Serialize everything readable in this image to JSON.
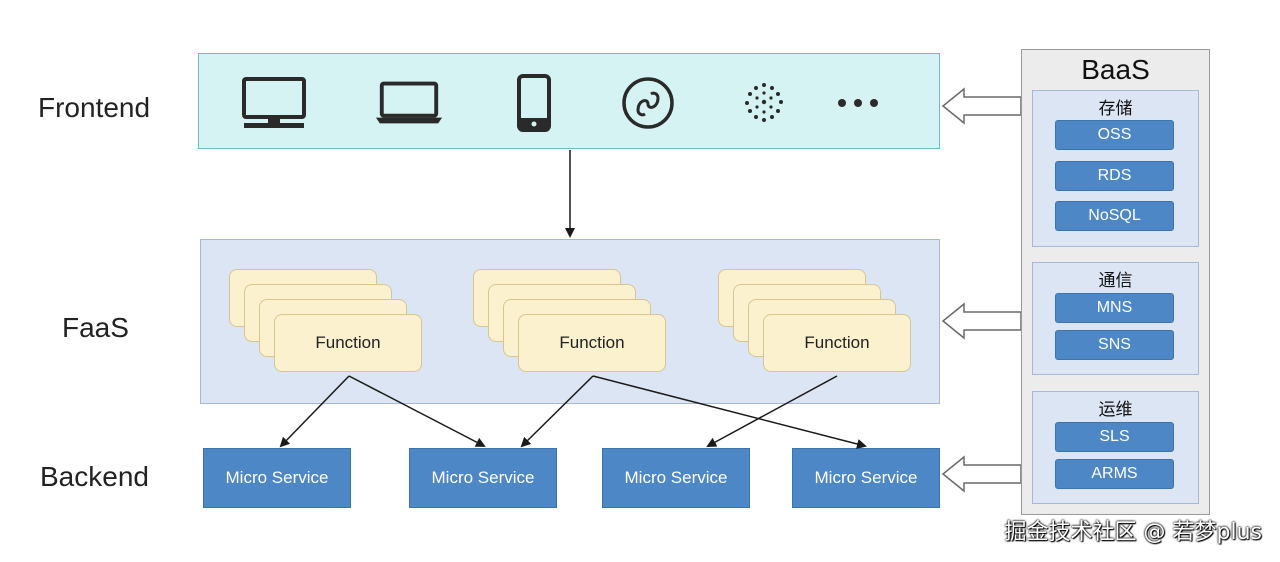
{
  "labels": {
    "frontend": "Frontend",
    "faas": "FaaS",
    "backend": "Backend"
  },
  "frontend": {
    "icons": [
      "desktop-monitor-icon",
      "laptop-icon",
      "smartphone-icon",
      "mini-program-icon",
      "iot-icon",
      "more-dots-icon"
    ]
  },
  "faas": {
    "functions": [
      "Function",
      "Function",
      "Function"
    ]
  },
  "backend": {
    "services": [
      "Micro Service",
      "Micro Service",
      "Micro Service",
      "Micro Service"
    ]
  },
  "baas": {
    "title": "BaaS",
    "groups": [
      {
        "title": "存储",
        "items": [
          "OSS",
          "RDS",
          "NoSQL"
        ]
      },
      {
        "title": "通信",
        "items": [
          "MNS",
          "SNS"
        ]
      },
      {
        "title": "运维",
        "items": [
          "SLS",
          "ARMS"
        ]
      }
    ]
  },
  "colors": {
    "frontend_bg": "#d6f3f3",
    "faas_bg": "#dce5f3",
    "function_card": "#fbf1cf",
    "service_blue": "#4d87c6",
    "baas_bg": "#ececec"
  },
  "watermark": "掘金技术社区 @ 若梦plus"
}
